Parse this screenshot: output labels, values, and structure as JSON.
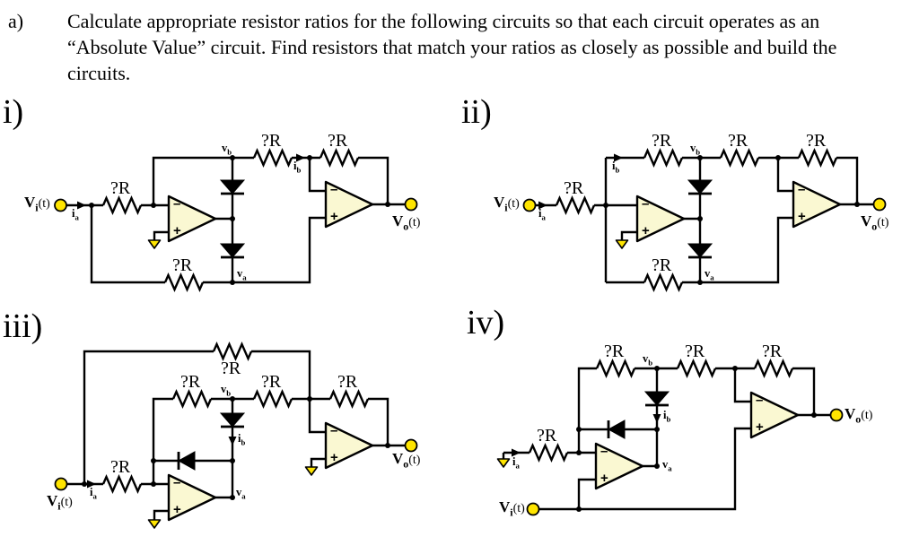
{
  "header": {
    "item_label": "a)",
    "lines": [
      "Calculate appropriate resistor ratios for the following circuits so that each circuit operates as an",
      "“Absolute Value” circuit. Find resistors that match your ratios as closely as possible and build the",
      "circuits."
    ]
  },
  "colors": {
    "wire": "#000000",
    "opamp_fill": "#faf8d2",
    "terminal_fill": "#ffe500",
    "ground_fill": "#ffe500"
  },
  "circuits": [
    {
      "numeral": "i)",
      "resistors": [
        "?R",
        "?R",
        "?R",
        "?R"
      ],
      "opamps": [
        {
          "minus": "–",
          "plus": "+"
        },
        {
          "minus": "–",
          "plus": "+"
        }
      ],
      "labels": {
        "vin": {
          "base": "V",
          "sub": "i",
          "tail": "(t)"
        },
        "vout": {
          "base": "V",
          "sub": "o",
          "tail": "(t)"
        },
        "ia": {
          "base": "i",
          "sub": "a"
        },
        "ib": {
          "base": "i",
          "sub": "b"
        },
        "va": {
          "base": "v",
          "sub": "a"
        },
        "vb": {
          "base": "v",
          "sub": "b"
        }
      }
    },
    {
      "numeral": "ii)",
      "resistors": [
        "?R",
        "?R",
        "?R",
        "?R",
        "?R"
      ],
      "opamps": [
        {
          "minus": "–",
          "plus": "+"
        },
        {
          "minus": "–",
          "plus": "+"
        }
      ],
      "labels": {
        "vin": {
          "base": "V",
          "sub": "i",
          "tail": "(t)"
        },
        "vout": {
          "base": "V",
          "sub": "o",
          "tail": "(t)"
        },
        "ia": {
          "base": "i",
          "sub": "a"
        },
        "ib": {
          "base": "i",
          "sub": "b"
        },
        "va": {
          "base": "v",
          "sub": "a"
        },
        "vb": {
          "base": "v",
          "sub": "b"
        }
      }
    },
    {
      "numeral": "iii)",
      "resistors": [
        "?R",
        "?R",
        "?R",
        "?R",
        "?R"
      ],
      "opamps": [
        {
          "minus": "–",
          "plus": "+"
        },
        {
          "minus": "–",
          "plus": "+"
        }
      ],
      "labels": {
        "vin": {
          "base": "V",
          "sub": "i",
          "tail": "(t)"
        },
        "vout": {
          "base": "V",
          "sub": "o",
          "tail": "(t)"
        },
        "ia": {
          "base": "i",
          "sub": "a"
        },
        "ib": {
          "base": "i",
          "sub": "b"
        },
        "va": {
          "base": "v",
          "sub": "a"
        },
        "vb": {
          "base": "v",
          "sub": "b"
        }
      }
    },
    {
      "numeral": "iv)",
      "resistors": [
        "?R",
        "?R",
        "?R",
        "?R"
      ],
      "opamps": [
        {
          "minus": "–",
          "plus": "+"
        },
        {
          "minus": "–",
          "plus": "+"
        }
      ],
      "labels": {
        "vin": {
          "base": "V",
          "sub": "i",
          "tail": "(t)"
        },
        "vout": {
          "base": "V",
          "sub": "o",
          "tail": "(t)"
        },
        "ia": {
          "base": "i",
          "sub": "a"
        },
        "ib": {
          "base": "i",
          "sub": "b"
        },
        "va": {
          "base": "v",
          "sub": "a"
        },
        "vb": {
          "base": "v",
          "sub": "b"
        }
      }
    }
  ]
}
